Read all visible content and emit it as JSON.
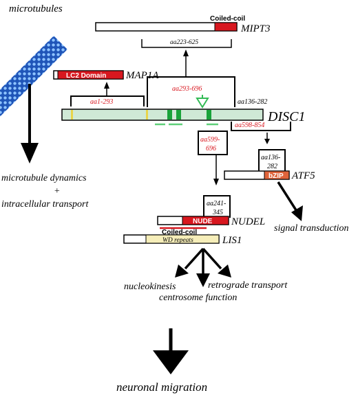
{
  "labels": {
    "microtubules": "microtubules",
    "coiled_coil_top": "Coiled-coil",
    "mipt3": "MIPT3",
    "aa223_625": "aa223-625",
    "lc2_domain": "LC2 Domain",
    "map1a": "MAP1A",
    "aa1_293": "aa1-293",
    "aa293_696": "aa293-696",
    "aa136_282_top": "aa136-282",
    "disc1": "DISC1",
    "aa598_854": "aa598-854",
    "aa599_696_line1": "aa599-",
    "aa599_696_line2": "696",
    "aa136_282_atf_line1": "aa136-",
    "aa136_282_atf_line2": "282",
    "bzip": "bZIP",
    "atf5": "ATF5",
    "mt_dynamics_line1": "microtubule dynamics",
    "mt_dynamics_line2": "+",
    "mt_dynamics_line3": "intracellular transport",
    "aa241_345_line1": "aa241-",
    "aa241_345_line2": "345",
    "nude": "NUDE",
    "nudel": "NUDEL",
    "coiled_coil_nudel": "Coiled-coil",
    "signal_transduction": "signal transduction",
    "wd_repeats": "WD repeats",
    "lis1": "LIS1",
    "nucleokinesis": "nucleokinesis",
    "retrograde_transport": "retrograde transport",
    "centrosome_function": "centrosome function",
    "neuronal_migration": "neuronal migration"
  },
  "colors": {
    "domain_red": "#d8171f",
    "disc1_fill": "#cfe9d6",
    "disc1_green": "#19a33a",
    "disc1_yellow": "#e8d44a",
    "microtubule_blue": "#2f6fd0",
    "wd_fill": "#f6eeb9",
    "bzip_fill": "#e0643a",
    "arrow_green": "#33bb55"
  }
}
